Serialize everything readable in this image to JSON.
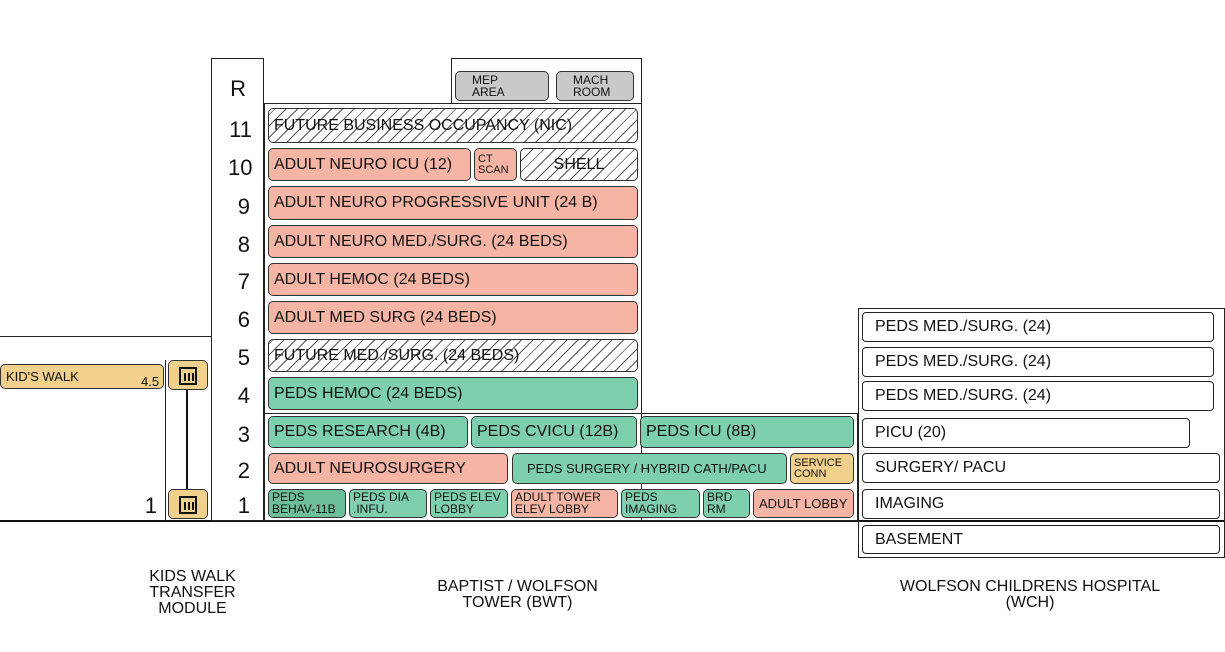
{
  "bwt_levels": {
    "roof": "R",
    "l11": "11",
    "l10": "10",
    "l9": "9",
    "l8": "8",
    "l7": "7",
    "l6": "6",
    "l5": "5",
    "l4": "4",
    "l3": "3",
    "l2": "2",
    "l1": "1"
  },
  "bwt_rooms": {
    "mep_area": "MEP AREA",
    "mach_room": "MACH ROOM",
    "l11_future": "FUTURE BUSINESS OCCUPANCY (NIC)",
    "l10_icu": "ADULT NEURO ICU (12)",
    "l10_ct": "CT SCAN",
    "l10_shell": "SHELL",
    "l9": "ADULT NEURO PROGRESSIVE UNIT (24 B)",
    "l8": "ADULT NEURO MED./SURG. (24 BEDS)",
    "l7": "ADULT HEMOC (24 BEDS)",
    "l6": "ADULT MED SURG (24 BEDS)",
    "l5": "FUTURE  MED./SURG. (24 BEDS)",
    "l4": "PEDS HEMOC (24 BEDS)",
    "l3_research": "PEDS RESEARCH (4B)",
    "l3_cvicu": "PEDS CVICU (12B)",
    "l3_icu": "PEDS ICU (8B)",
    "l2_neurosurgery": "ADULT NEUROSURGERY",
    "l2_peds_surgery": "PEDS SURGERY / HYBRID CATH/PACU",
    "l2_service": "SERVICE CONN",
    "l1_behav": "PEDS BEHAV-11B",
    "l1_dia": "PEDS DIA .INFU.",
    "l1_elev_lobby": "PEDS ELEV LOBBY",
    "l1_adult_tower": "ADULT TOWER ELEV LOBBY",
    "l1_imaging": "PEDS IMAGING",
    "l1_brd": "BRD RM",
    "l1_adult_lobby": "ADULT LOBBY"
  },
  "kids_walk": {
    "label": "KID'S WALK",
    "level": "4.5",
    "ground_level": "1"
  },
  "wch_rooms": {
    "r1": "PEDS MED./SURG. (24)",
    "r2": "PEDS MED./SURG. (24)",
    "r3": "PEDS MED./SURG. (24)",
    "r4": "PICU (20)",
    "r5": "SURGERY/ PACU",
    "r6": "IMAGING",
    "r7": "BASEMENT"
  },
  "captions": {
    "kids": "KIDS WALK TRANSFER MODULE",
    "bwt": "BAPTIST / WOLFSON TOWER (BWT)",
    "wch": "WOLFSON CHILDRENS HOSPITAL (WCH)"
  },
  "colors": {
    "adult": "#f5b4a4",
    "peds": "#7dcfad",
    "mech": "#c9c9c9",
    "connector": "#f0d08a"
  }
}
